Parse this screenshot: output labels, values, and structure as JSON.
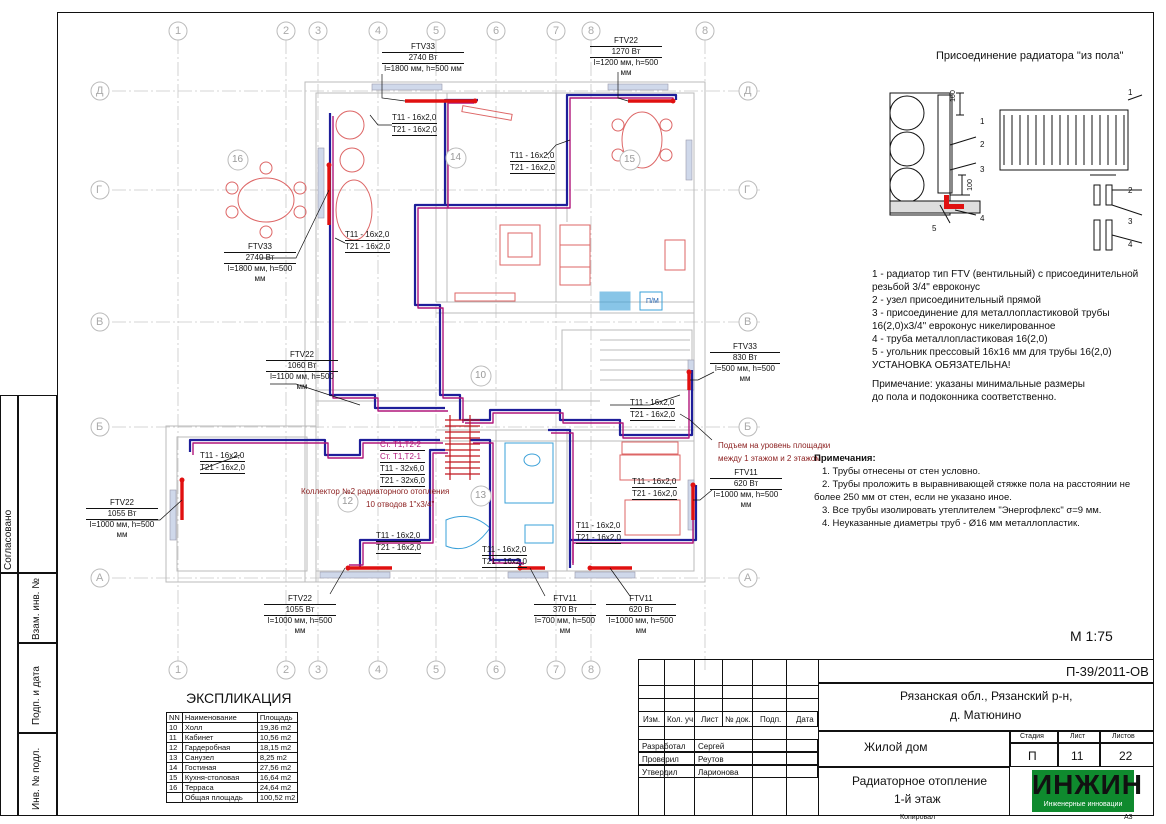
{
  "side_stamps": {
    "agreed": "Согласовано",
    "inv_repl": "Взам. инв. №",
    "sign_date": "Подп. и дата",
    "inv_orig": "Инв. № подл."
  },
  "axes": {
    "top_numbers": [
      "1",
      "2",
      "3",
      "4",
      "5",
      "6",
      "7",
      "8",
      "8"
    ],
    "bottom_numbers": [
      "1",
      "2",
      "3",
      "4",
      "5",
      "6",
      "7",
      "8"
    ],
    "left_letters": [
      "Д",
      "Г",
      "В",
      "Б",
      "А"
    ],
    "right_letters": [
      "Д",
      "Г",
      "В",
      "Б",
      "А"
    ]
  },
  "rooms": [
    "16",
    "14",
    "15",
    "10",
    "12",
    "13"
  ],
  "radiators": [
    {
      "name": "FTV33",
      "power": "2740 Вт",
      "size": "l=1800 мм, h=500 мм"
    },
    {
      "name": "FTV22",
      "power": "1270 Вт",
      "size": "l=1200 мм, h=500 мм"
    },
    {
      "name": "FTV33",
      "power": "2740 Вт",
      "size": "l=1800 мм, h=500 мм"
    },
    {
      "name": "FTV22",
      "power": "1060 Вт",
      "size": "l=1100 мм, h=500 мм"
    },
    {
      "name": "FTV33",
      "power": "830 Вт",
      "size": "l=500 мм, h=500 мм"
    },
    {
      "name": "FTV11",
      "power": "620 Вт",
      "size": "l=1000 мм, h=500 мм"
    },
    {
      "name": "FTV22",
      "power": "1055 Вт",
      "size": "l=1000 мм, h=500 мм"
    },
    {
      "name": "FTV22",
      "power": "1055 Вт",
      "size": "l=1000 мм, h=500 мм"
    },
    {
      "name": "FTV11",
      "power": "370 Вт",
      "size": "l=700 мм, h=500 мм"
    },
    {
      "name": "FTV11",
      "power": "620 Вт",
      "size": "l=1000 мм, h=500 мм"
    }
  ],
  "pipes": {
    "t11": "Т11 - 16х2,0",
    "t21": "Т21 - 16х2,0",
    "st1": "Ст. Т1,Т2-2",
    "st2": "Ст. Т1,Т2-1",
    "t11b": "Т11 - 32х6,0",
    "t21b": "Т21 - 32х6,0",
    "collector": "Коллектор №2 радиаторного отопления",
    "collector2": "10 отводов 1\"х3/4\"",
    "rise1": "Подъем на уровень площадки",
    "rise2": "между 1 этажом и 2 этажом",
    "pm": "П/М"
  },
  "detail_title": "Присоединение радиатора \"из пола\"",
  "detail_dims": {
    "d100a": "100",
    "d100b": "100"
  },
  "detail_callouts": [
    "1",
    "2",
    "3",
    "4",
    "5",
    "1",
    "2",
    "3",
    "4"
  ],
  "legend": [
    "1 - радиатор тип FTV (вентильный) с присоединительной",
    "резьбой 3/4\" евроконус",
    "2 - узел присоединительный прямой",
    "3 - присоединение для металлопластиковой трубы",
    "16(2,0)х3/4\" евроконус никелированное",
    "4 - труба металлопластиковая 16(2,0)",
    "5 - угольник прессовый 16х16 мм для трубы 16(2,0)",
    "УСТАНОВКА ОБЯЗАТЕЛЬНА!",
    "Примечание: указаны минимальные размеры",
    "до пола и подоконника соответственно."
  ],
  "notes_title": "Примечания:",
  "notes": [
    "1. Трубы отнесены от стен условно.",
    "2. Трубы проложить в выравнивающей стяжке  пола на расстоянии не",
    "более 250 мм от стен, если не указано иное.",
    "3. Все трубы изолировать утеплителем \"Энергофлекс\" σ=9 мм.",
    "4. Неуказанные диаметры труб - Ø16 мм металлопластик."
  ],
  "scale": "М 1:75",
  "explication": {
    "title": "ЭКСПЛИКАЦИЯ",
    "headers": [
      "NN",
      "Наименование",
      "Площадь"
    ],
    "rows": [
      [
        "10",
        "Холл",
        "19,36  m2"
      ],
      [
        "11",
        "Кабинет",
        "10,56  m2"
      ],
      [
        "12",
        "Гардеробная",
        "18,15  m2"
      ],
      [
        "13",
        "Санузел",
        "8,25  m2"
      ],
      [
        "14",
        "Гостиная",
        "27,56  m2"
      ],
      [
        "15",
        "Кухня-столовая",
        "16,64  m2"
      ],
      [
        "16",
        "Терраса",
        "24,64  m2"
      ],
      [
        "",
        "Общая площадь",
        "100,52  m2"
      ]
    ]
  },
  "title_block": {
    "code": "П-39/2011-ОВ",
    "address1": "Рязанская обл., Рязанский р-н,",
    "address2": "д. Матюнино",
    "cols": [
      "Изм.",
      "Кол. уч.",
      "Лист",
      "№ док.",
      "Подп.",
      "Дата"
    ],
    "role1": "Разработал",
    "name1": "Сергей",
    "role2": "Проверил",
    "name2": "Реутов",
    "role3": "Утвердил",
    "name3": "Ларионова",
    "object": "Жилой дом",
    "stage_h": "Стадия",
    "sheet_h": "Лист",
    "sheets_h": "Листов",
    "stage": "П",
    "sheet": "11",
    "sheets": "22",
    "drawing1": "Радиаторное отопление",
    "drawing2": "1-й этаж",
    "logo": "ИНЖИН",
    "logo_sub": "Инженерные инновации",
    "copied": "Копировал",
    "format": "А3"
  }
}
